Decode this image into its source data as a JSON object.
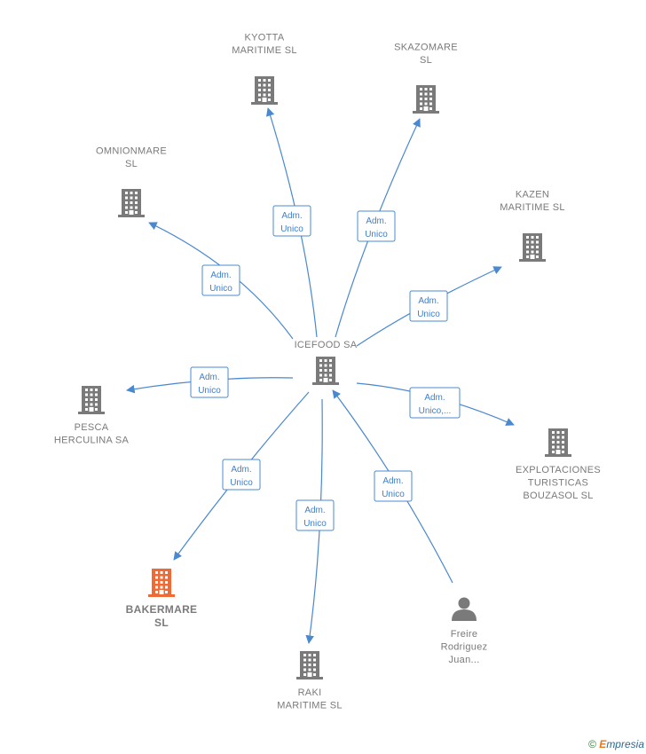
{
  "colors": {
    "edge": "#4a88d0",
    "building": "#7a7a7a",
    "focus_building": "#f06a35",
    "person": "#7a7a7a"
  },
  "footer": {
    "copyright": "©",
    "brand_initial": "E",
    "brand_rest": "mpresia"
  },
  "nodes": [
    {
      "id": "icefood",
      "kind": "building",
      "lines": [
        "ICEFOOD SA"
      ],
      "focus": false
    },
    {
      "id": "kyotta",
      "kind": "building",
      "lines": [
        "KYOTTA",
        "MARITIME  SL"
      ],
      "focus": false
    },
    {
      "id": "skazomare",
      "kind": "building",
      "lines": [
        "SKAZOMARE",
        "SL"
      ],
      "focus": false
    },
    {
      "id": "omnionmare",
      "kind": "building",
      "lines": [
        "OMNIONMARE",
        "SL"
      ],
      "focus": false
    },
    {
      "id": "kazen",
      "kind": "building",
      "lines": [
        "KAZEN",
        "MARITIME  SL"
      ],
      "focus": false
    },
    {
      "id": "pesca",
      "kind": "building",
      "lines": [
        "PESCA",
        "HERCULINA SA"
      ],
      "focus": false
    },
    {
      "id": "explotaciones",
      "kind": "building",
      "lines": [
        "EXPLOTACIONES",
        "TURISTICAS",
        "BOUZASOL  SL"
      ],
      "focus": false
    },
    {
      "id": "bakermare",
      "kind": "building",
      "lines": [
        "BAKERMARE",
        "SL"
      ],
      "focus": true
    },
    {
      "id": "raki",
      "kind": "building",
      "lines": [
        "RAKI",
        "MARITIME  SL"
      ],
      "focus": false
    },
    {
      "id": "freire",
      "kind": "person",
      "lines": [
        "Freire",
        "Rodriguez",
        "Juan..."
      ],
      "focus": false
    }
  ],
  "edges": [
    {
      "from": "icefood",
      "to": "kyotta",
      "label": [
        "Adm.",
        "Unico"
      ]
    },
    {
      "from": "icefood",
      "to": "skazomare",
      "label": [
        "Adm.",
        "Unico"
      ]
    },
    {
      "from": "icefood",
      "to": "omnionmare",
      "label": [
        "Adm.",
        "Unico"
      ]
    },
    {
      "from": "icefood",
      "to": "kazen",
      "label": [
        "Adm.",
        "Unico"
      ]
    },
    {
      "from": "icefood",
      "to": "pesca",
      "label": [
        "Adm.",
        "Unico"
      ]
    },
    {
      "from": "icefood",
      "to": "explotaciones",
      "label": [
        "Adm.",
        "Unico,..."
      ]
    },
    {
      "from": "icefood",
      "to": "bakermare",
      "label": [
        "Adm.",
        "Unico"
      ]
    },
    {
      "from": "icefood",
      "to": "raki",
      "label": [
        "Adm.",
        "Unico"
      ]
    },
    {
      "from": "freire",
      "to": "icefood",
      "label": [
        "Adm.",
        "Unico"
      ]
    }
  ]
}
